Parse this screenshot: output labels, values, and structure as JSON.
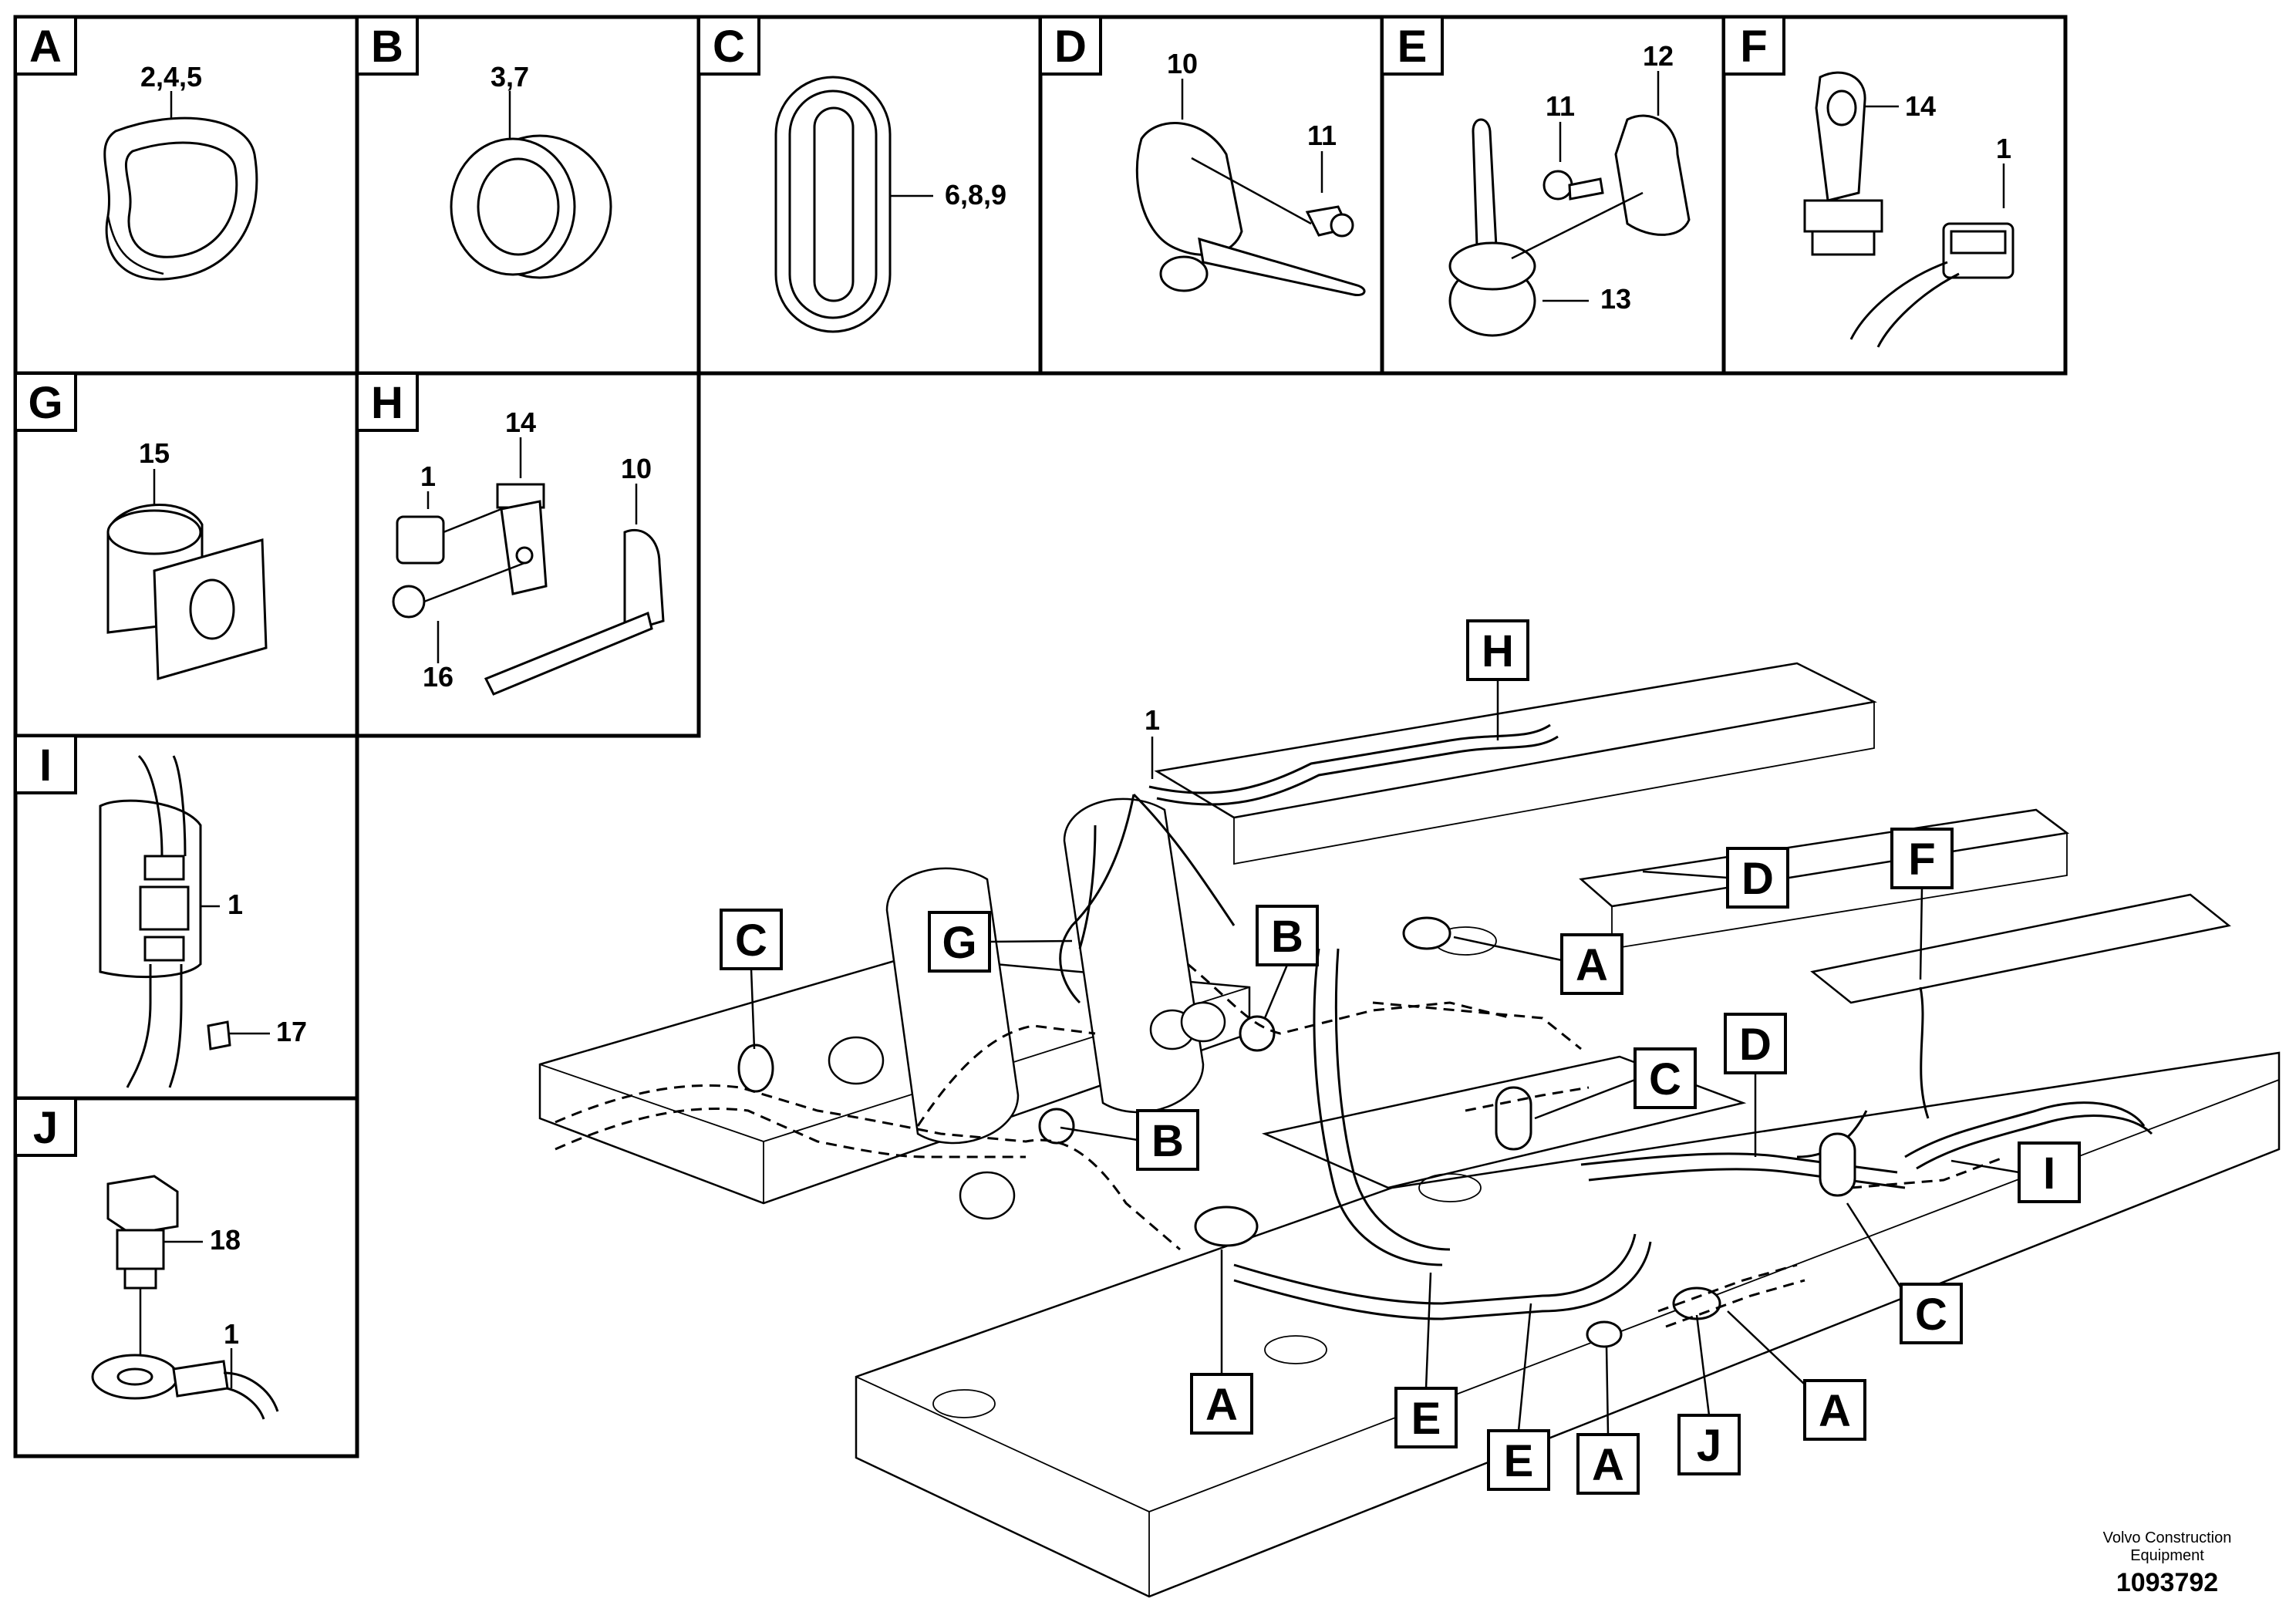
{
  "detail_panels": [
    {
      "letter": "A",
      "labels": [
        "2,4,5"
      ]
    },
    {
      "letter": "B",
      "labels": [
        "3,7"
      ]
    },
    {
      "letter": "C",
      "labels": [
        "6,8,9"
      ]
    },
    {
      "letter": "D",
      "labels": [
        "10",
        "11"
      ]
    },
    {
      "letter": "E",
      "labels": [
        "11",
        "12",
        "13"
      ]
    },
    {
      "letter": "F",
      "labels": [
        "14",
        "1"
      ]
    },
    {
      "letter": "G",
      "labels": [
        "15"
      ]
    },
    {
      "letter": "H",
      "labels": [
        "14",
        "1",
        "10",
        "16"
      ]
    },
    {
      "letter": "I",
      "labels": [
        "1",
        "17"
      ]
    },
    {
      "letter": "J",
      "labels": [
        "18",
        "1"
      ]
    }
  ],
  "main_view": {
    "part_labels": [
      "1"
    ],
    "callouts": [
      "H",
      "D",
      "F",
      "C",
      "G",
      "B",
      "A",
      "C",
      "D",
      "B",
      "I",
      "C",
      "A",
      "E",
      "E",
      "A",
      "J",
      "A"
    ]
  },
  "footer": {
    "company_line1": "Volvo Construction",
    "company_line2": "Equipment",
    "document_number": "1093792"
  }
}
